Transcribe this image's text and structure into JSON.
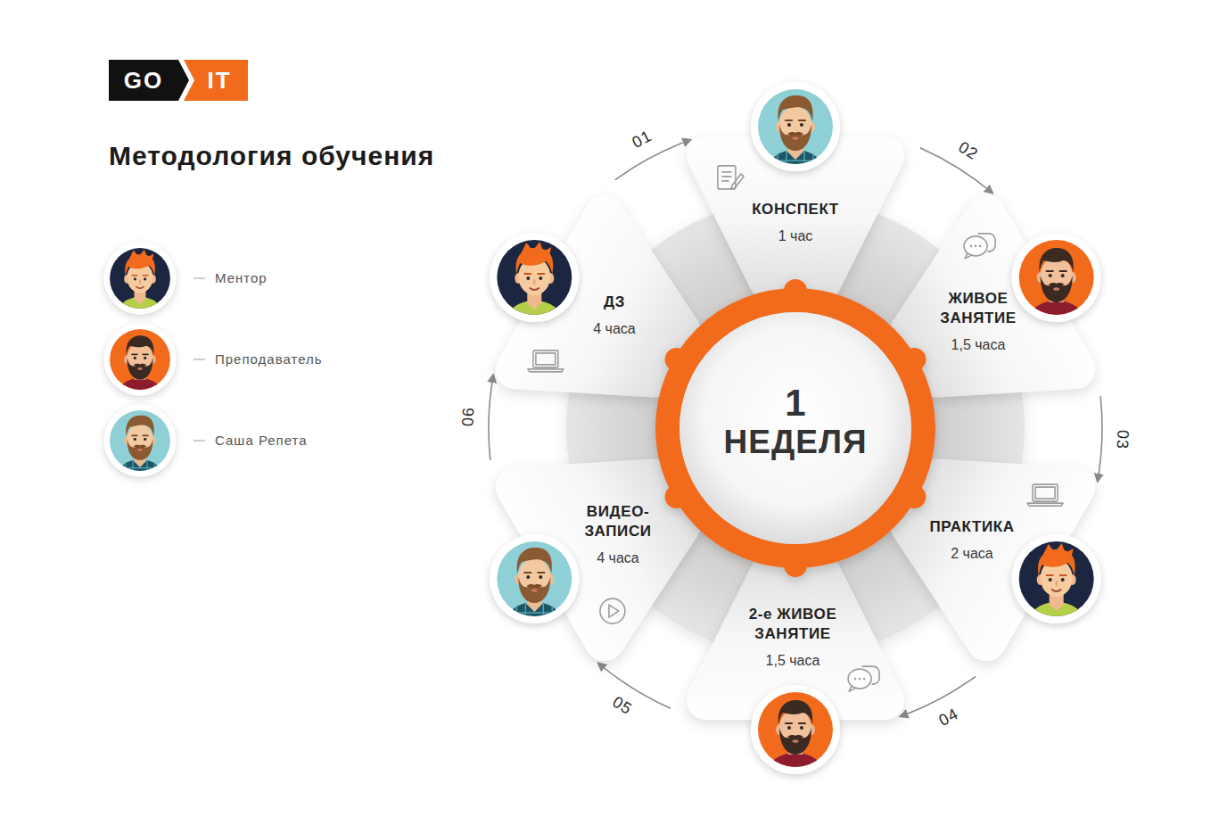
{
  "diagram": {
    "title": "Методология обучения",
    "nodes": [
      {
        "text": [
          "1",
          "НЕДЕЛЯ"
        ]
      },
      {
        "text": [
          "КОНСПЕКТ",
          "1 час"
        ]
      },
      {
        "text": [
          "ЖИВОЕ ЗАНЯТИЕ",
          "1,5 часа"
        ]
      },
      {
        "text": [
          "ПРАКТИКА",
          "2 часа"
        ]
      },
      {
        "text": [
          "2-е ЖИВОЕ ЗАНЯТИЕ",
          "1,5 часа"
        ]
      },
      {
        "text": [
          "ВИДЕО- ЗАПИСИ",
          "4 часа"
        ]
      },
      {
        "text": [
          "ДЗ",
          "4 часа"
        ]
      }
    ],
    "edges": [
      {
        "from": 6,
        "to": 1,
        "label": "01",
        "arrow": "to"
      },
      {
        "from": 1,
        "to": 2,
        "label": "02",
        "arrow": "to"
      },
      {
        "from": 2,
        "to": 3,
        "label": "03",
        "arrow": "to"
      },
      {
        "from": 3,
        "to": 4,
        "label": "04",
        "arrow": "to"
      },
      {
        "from": 4,
        "to": 5,
        "label": "05",
        "arrow": "to"
      },
      {
        "from": 5,
        "to": 6,
        "label": "06",
        "arrow": "to"
      }
    ],
    "labels": [
      "GO",
      "IT"
    ],
    "legend": [
      {
        "text": "Ментор"
      },
      {
        "text": "Преподаватель"
      },
      {
        "text": "Саша Репета"
      }
    ]
  }
}
